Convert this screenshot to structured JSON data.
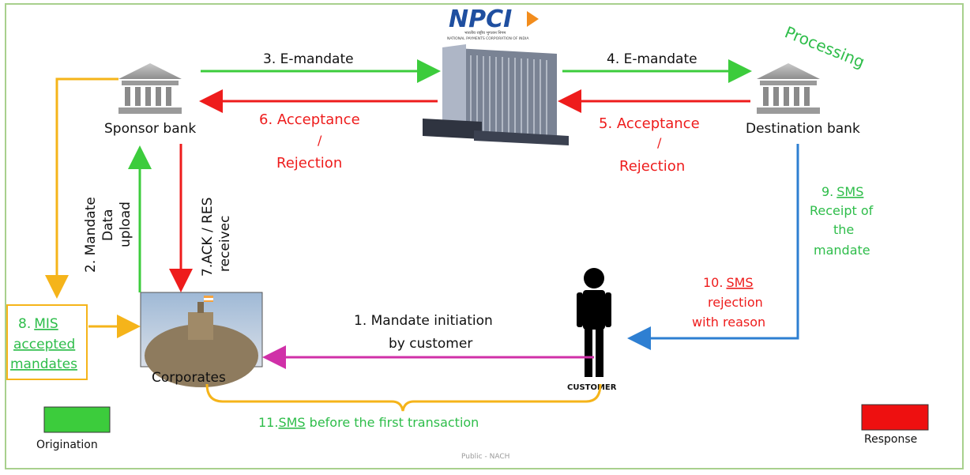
{
  "logo": {
    "text": "NPCI",
    "subtitle": "NATIONAL PAYMENTS CORPORATION OF INDIA",
    "hindi": "भारतीय राष्ट्रीय भुगतान निगम"
  },
  "nodes": {
    "sponsor_bank": "Sponsor bank",
    "destination_bank": "Destination bank",
    "corporates": "Corporates",
    "customer": "CUSTOMER",
    "processing": "Processing"
  },
  "flows": {
    "step1_line1": "1. Mandate initiation",
    "step1_line2": "by customer",
    "step2_line1": "2. Mandate",
    "step2_line2": "Data",
    "step2_line3": "upload",
    "step3": "3. E-mandate",
    "step4": "4. E-mandate",
    "step5_line1": "5. Acceptance",
    "step5_line2": "/",
    "step5_line3": "Rejection",
    "step6_line1": "6. Acceptance",
    "step6_line2": "/",
    "step6_line3": "Rejection",
    "step7_line1": "7.ACK / RES",
    "step7_line2": "receivec",
    "step8_num": "8.",
    "step8_mis": "MIS",
    "step8_line2": "accepted",
    "step8_line3": "mandates",
    "step9_num": "9.",
    "step9_sms": "SMS",
    "step9_line2": "Receipt of",
    "step9_line3": "the",
    "step9_line4": "mandate",
    "step10_num": "10.",
    "step10_sms": "SMS",
    "step10_line2": "rejection",
    "step10_line3": "with reason",
    "step11_num": "11.",
    "step11_sms": "SMS",
    "step11_rest": " before the first transaction"
  },
  "legend": {
    "origination": "Origination",
    "response": "Response"
  },
  "footer": "Public - NACH",
  "colors": {
    "green": "#3ccc3c",
    "red": "#ee1c1c",
    "orange": "#f5b41a",
    "blue": "#2e7fd2",
    "magenta": "#d030a8",
    "frame": "#a8d08d",
    "text_green": "#2ebd4a"
  }
}
